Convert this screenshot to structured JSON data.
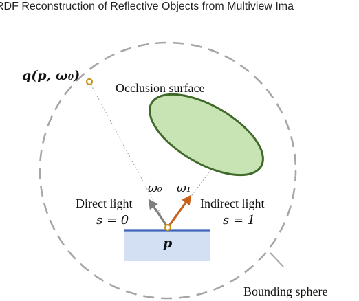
{
  "header": {
    "title_text": "RDF Reconstruction of Reflective Objects from Multiview Ima"
  },
  "diagram": {
    "labels": {
      "query_point": "q(p, ω₀)",
      "occlusion": "Occlusion surface",
      "direct_light": "Direct light",
      "s_direct": "s = 0",
      "indirect_light": "Indirect light",
      "s_indirect": "s = 1",
      "omega0": "ω₀",
      "omega1": "ω₁",
      "point": "p",
      "bounding_sphere": "Bounding sphere"
    },
    "colors": {
      "ellipse_fill": "#c8e3b4",
      "ellipse_stroke": "#3f6a2a",
      "surface_fill": "#d3dff2",
      "surface_top": "#3f66b8",
      "direct_arrow": "#7f7f7f",
      "indirect_arrow": "#c8601c",
      "point_stroke": "#c8951a",
      "sphere_dash": "#a6a6a6"
    }
  }
}
